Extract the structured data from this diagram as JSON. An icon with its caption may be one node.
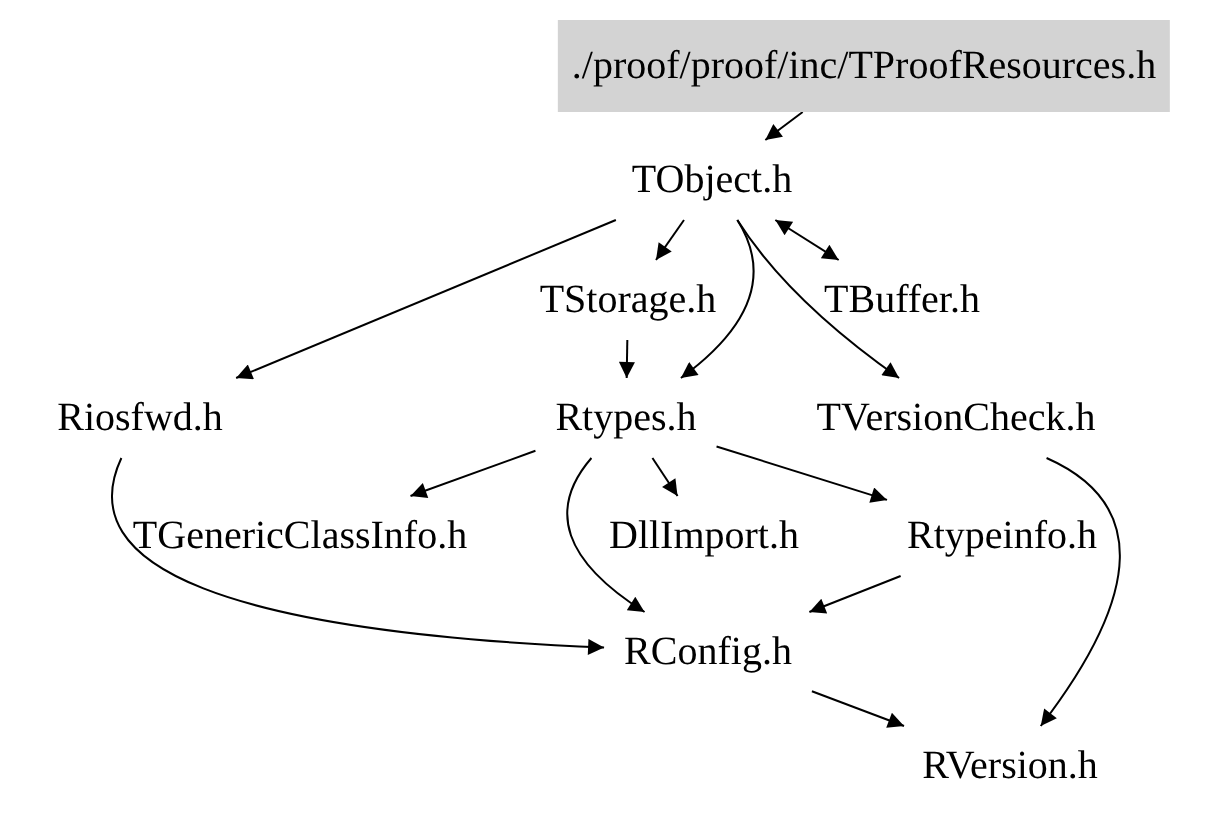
{
  "diagram": {
    "nodes": [
      {
        "text": [
          "./proof/proof/inc/TProofResources.h"
        ]
      },
      {
        "text": [
          "TObject.h"
        ]
      },
      {
        "text": [
          "TStorage.h"
        ]
      },
      {
        "text": [
          "TBuffer.h"
        ]
      },
      {
        "text": [
          "Riosfwd.h"
        ]
      },
      {
        "text": [
          "Rtypes.h"
        ]
      },
      {
        "text": [
          "TVersionCheck.h"
        ]
      },
      {
        "text": [
          "TGenericClassInfo.h"
        ]
      },
      {
        "text": [
          "DllImport.h"
        ]
      },
      {
        "text": [
          "Rtypeinfo.h"
        ]
      },
      {
        "text": [
          "RConfig.h"
        ]
      },
      {
        "text": [
          "RVersion.h"
        ]
      }
    ],
    "edges": [
      {
        "from": 0,
        "to": 1,
        "arrow": "to"
      },
      {
        "from": 1,
        "to": 4,
        "arrow": "to"
      },
      {
        "from": 1,
        "to": 2,
        "arrow": "to"
      },
      {
        "from": 1,
        "to": 5,
        "arrow": "to"
      },
      {
        "from": 1,
        "to": 6,
        "arrow": "to"
      },
      {
        "from": 1,
        "to": 3,
        "arrow": "both"
      },
      {
        "from": 2,
        "to": 5,
        "arrow": "to"
      },
      {
        "from": 5,
        "to": 7,
        "arrow": "to"
      },
      {
        "from": 5,
        "to": 8,
        "arrow": "to"
      },
      {
        "from": 5,
        "to": 9,
        "arrow": "to"
      },
      {
        "from": 5,
        "to": 10,
        "arrow": "to"
      },
      {
        "from": 4,
        "to": 10,
        "arrow": "to"
      },
      {
        "from": 9,
        "to": 10,
        "arrow": "to"
      },
      {
        "from": 10,
        "to": 11,
        "arrow": "to"
      },
      {
        "from": 6,
        "to": 11,
        "arrow": "to"
      }
    ]
  }
}
